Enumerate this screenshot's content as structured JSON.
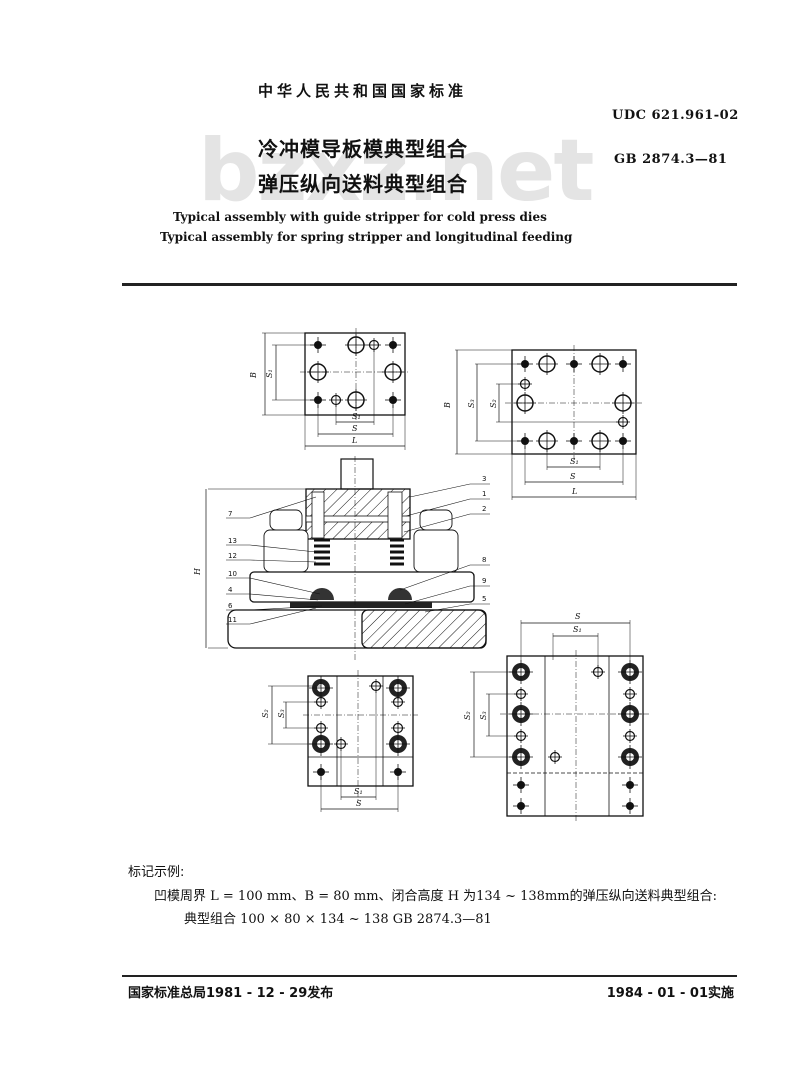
{
  "header": {
    "national_standard": "中华人民共和国国家标准",
    "udc": "UDC 621.961-02",
    "gb_number": "GB 2874.3—81"
  },
  "title": {
    "cn_line1": "冷冲模导板模典型组合",
    "cn_line2": "弹压纵向送料典型组合",
    "en_line1": "Typical assembly with guide stripper for cold press dies",
    "en_line2": "Typical assembly for spring stripper and longitudinal feeding"
  },
  "watermark": "bzxz.net",
  "drawings": {
    "top_left_plan": {
      "labels": [
        "B",
        "S1",
        "S1",
        "S",
        "L"
      ]
    },
    "top_right_plan": {
      "labels": [
        "B",
        "S2",
        "S3",
        "S1",
        "S",
        "L"
      ]
    },
    "section": {
      "height_label": "H",
      "part_callouts_left": [
        "7",
        "13",
        "12",
        "10",
        "4",
        "6",
        "11"
      ],
      "part_callouts_right": [
        "3",
        "1",
        "2",
        "8",
        "9",
        "5"
      ]
    },
    "bottom_left_plan": {
      "labels": [
        "S2",
        "S3",
        "S1",
        "S"
      ]
    },
    "bottom_right_plan": {
      "labels": [
        "S",
        "S1",
        "S2",
        "S3"
      ]
    }
  },
  "marking_example": {
    "heading": "标记示例:",
    "line1": "凹模周界  L = 100 mm、B = 80 mm、闭合高度 H 为134 ~ 138mm的弹压纵向送料典型组合:",
    "line2": "典型组合   100 × 80 × 134 ~ 138   GB  2874.3—81"
  },
  "footer": {
    "issued": "国家标准总局1981 - 12 - 29发布",
    "effective": "1984 - 01 - 01实施"
  }
}
